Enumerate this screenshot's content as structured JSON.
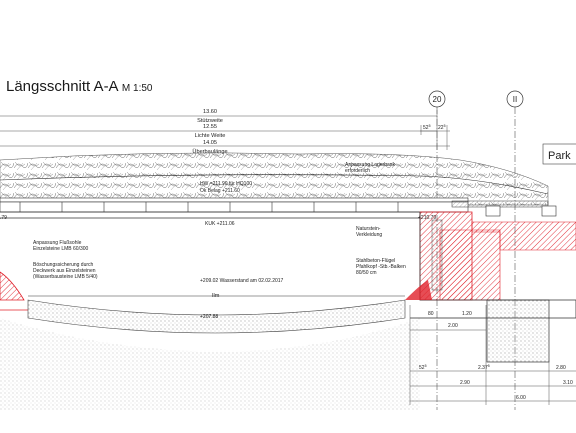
{
  "title": {
    "main": "Längsschnitt A-A",
    "scale": "M 1:50"
  },
  "axes": {
    "axis_20": "20",
    "axis_II": "II"
  },
  "park_label": "Park",
  "dimensions_top": [
    {
      "value": "13.60",
      "label": "Stützweite"
    },
    {
      "value": "12.55",
      "label": "Lichte Weite"
    },
    {
      "value": "14.05",
      "label": "Überbaulänge"
    }
  ],
  "dim_small_top": {
    "a": "52",
    "a_sup": "5",
    "b": "22",
    "b_sup": "5"
  },
  "annotations": {
    "anpassung_lagerbank": [
      "Anpassung Lagerbank",
      "erforderlich"
    ],
    "hw": "HW =211.90 für HQ100",
    "ok_belag": "Ok Belag +211.60",
    "kuk": "KUK +211.06",
    "left_level": ".79",
    "right_level": "+210.79",
    "naturstein": [
      "Naturstein-",
      "Verkleidung"
    ],
    "stahlbeton": [
      "Stahlbeton-Flügel",
      "Pfahlkopf -Stb.-Balken",
      "80/50 cm"
    ],
    "flusssohle": [
      "Anpassung Flußsohle",
      "Einzelsteine LMB 60/300"
    ],
    "boeschung": [
      "Böschungssicherung durch",
      "Deckwerk aus Einzelsteinen",
      "(Wasserbausteine LMB 5/40)"
    ],
    "wasserstand": "+209.02  Wasserstand am 02.02.2017",
    "river": "Ilm",
    "sohle": "+207.88"
  },
  "dimensions_bottom_right": {
    "d_80": "80",
    "d_120": "1.20",
    "d_200": "2.00",
    "d_52": "52",
    "d_52_sup": "5",
    "d_237": "2.37",
    "d_237_sup": "5",
    "d_280": "2.80",
    "d_290": "2.90",
    "d_310": "3.10",
    "d_600": "6.00"
  },
  "colors": {
    "line": "#333333",
    "red": "#e0202a",
    "hatch": "#555555"
  }
}
